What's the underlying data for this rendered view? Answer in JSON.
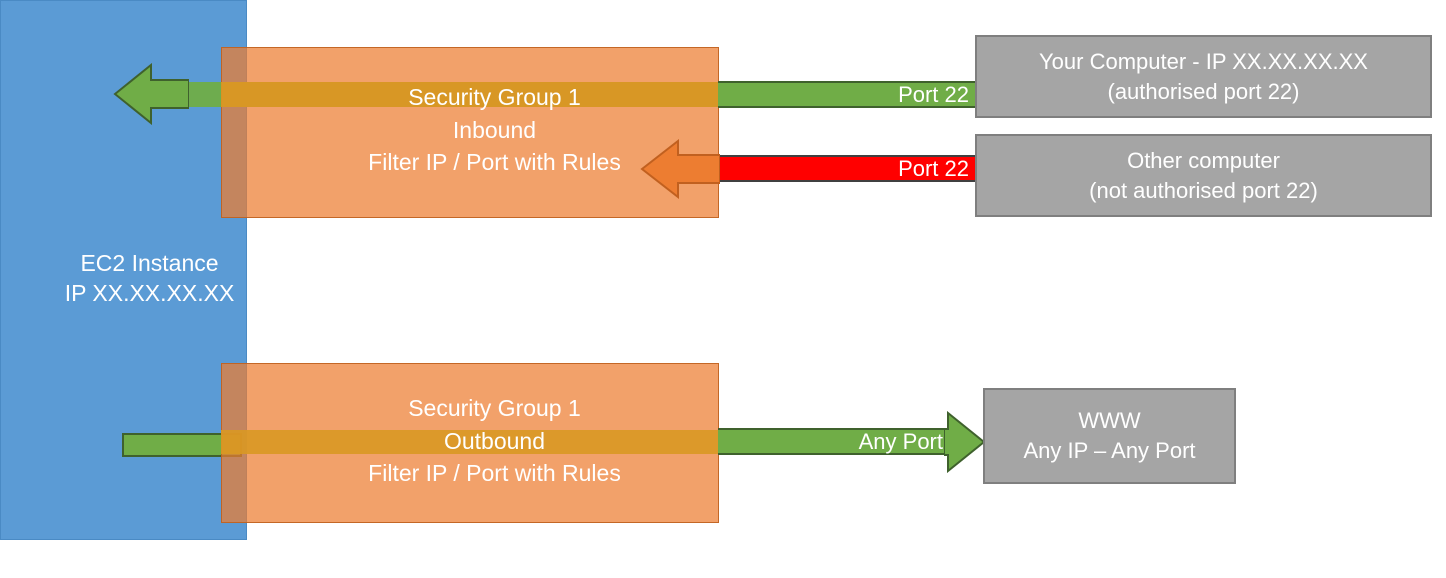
{
  "diagram": {
    "title": "AWS EC2 Security Group inbound and outbound traffic filtering",
    "colors": {
      "instance_blue": "#5B9BD5",
      "security_group_orange": "#ED7D31",
      "allowed_green": "#70AD47",
      "blocked_red": "#FF0000",
      "endpoint_gray": "#A5A5A5",
      "blocked_arrowhead_orange": "#ED7D31",
      "text_white": "#FFFFFF"
    }
  },
  "instance": {
    "name": "EC2 Instance",
    "ip": "IP XX.XX.XX.XX"
  },
  "security_groups": {
    "inbound": {
      "title": "Security Group 1",
      "direction": "Inbound",
      "rule": "Filter IP / Port with Rules"
    },
    "outbound": {
      "title": "Security Group 1",
      "direction": "Outbound",
      "rule": "Filter IP / Port with Rules"
    }
  },
  "connections": {
    "allowed_inbound": {
      "port_label": "Port 22",
      "status": "allowed",
      "color": "#70AD47"
    },
    "blocked_inbound": {
      "port_label": "Port 22",
      "status": "blocked",
      "color": "#FF0000"
    },
    "allowed_outbound": {
      "port_label": "Any Port",
      "status": "allowed",
      "color": "#70AD47"
    }
  },
  "endpoints": {
    "your_computer": {
      "line1": "Your Computer - IP XX.XX.XX.XX",
      "line2": "(authorised port 22)"
    },
    "other_computer": {
      "line1": "Other computer",
      "line2": "(not authorised port 22)"
    },
    "www": {
      "line1": "WWW",
      "line2": "Any IP – Any Port"
    }
  }
}
